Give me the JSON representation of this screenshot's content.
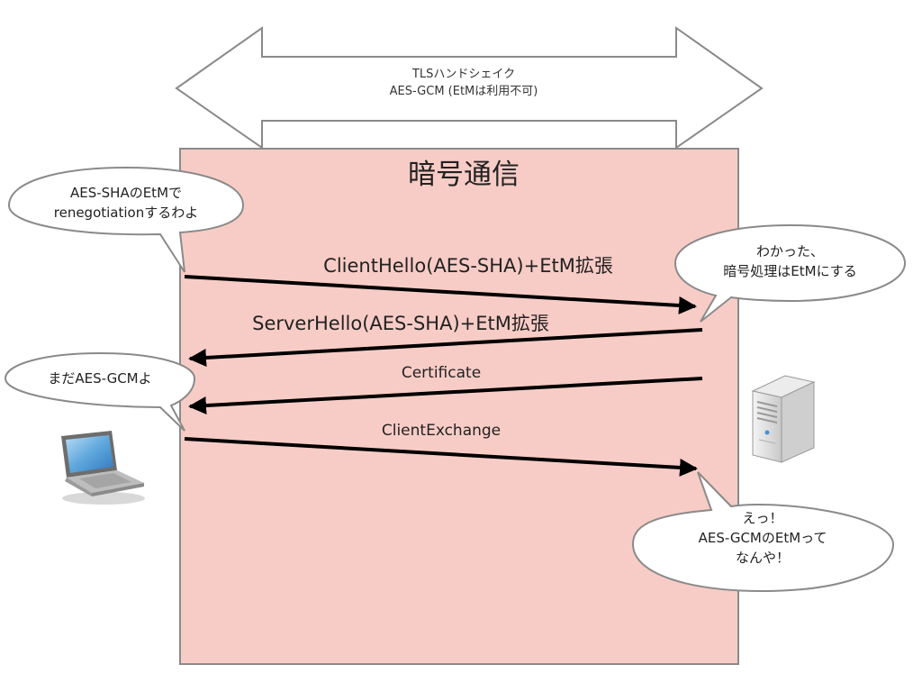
{
  "banner": {
    "line1": "TLSハンドシェイク",
    "line2": "AES-GCM (EtMは利用不可)"
  },
  "region": {
    "title": "暗号通信",
    "fill": "#f8ccc6",
    "stroke": "#8a8a8a"
  },
  "messages": [
    {
      "label": "ClientHello(AES-SHA)+EtM拡張",
      "direction": "client-to-server"
    },
    {
      "label": "ServerHello(AES-SHA)+EtM拡張",
      "direction": "server-to-client"
    },
    {
      "label": "Certificate",
      "direction": "server-to-client"
    },
    {
      "label": "ClientExchange",
      "direction": "client-to-server"
    }
  ],
  "bubbles": {
    "client_top": {
      "lines": [
        "AES-SHAのEtMで",
        "renegotiationするわよ"
      ]
    },
    "server_top": {
      "lines": [
        "わかった、",
        "暗号処理はEtMにする"
      ]
    },
    "client_mid": {
      "lines": [
        "まだAES-GCMよ"
      ]
    },
    "server_bottom": {
      "lines": [
        "えっ！",
        "AES-GCMのEtMって",
        "なんや！"
      ]
    }
  },
  "icons": {
    "client": "laptop-icon",
    "server": "server-tower-icon"
  }
}
